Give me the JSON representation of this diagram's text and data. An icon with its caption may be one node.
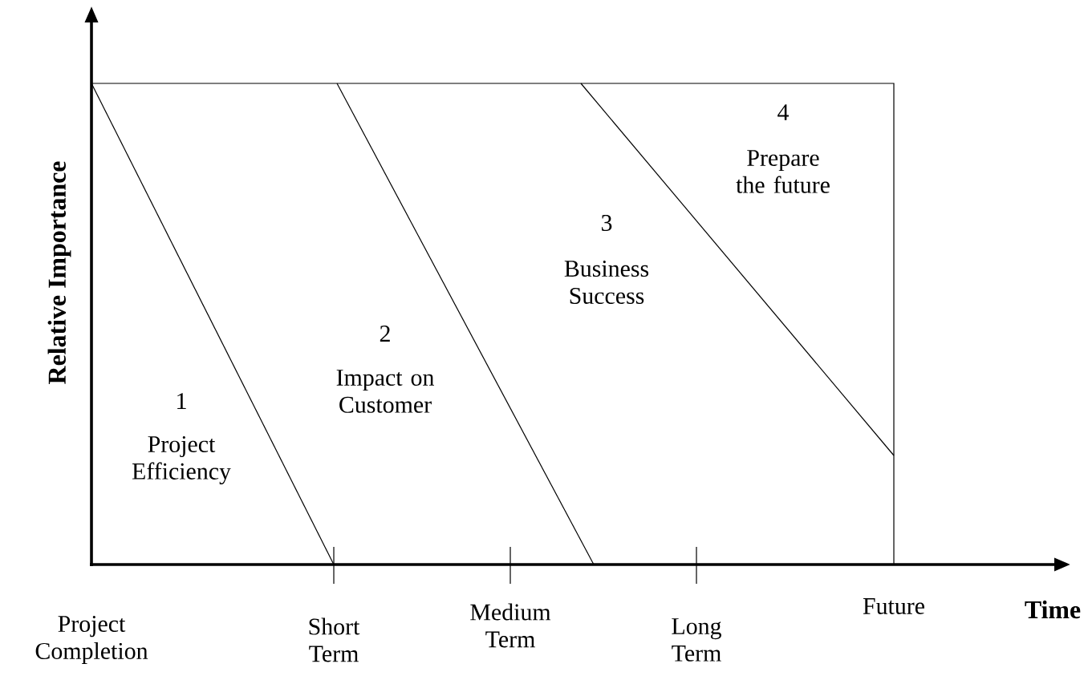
{
  "diagram": {
    "labels": [
      "Relative Importance",
      "4",
      "Prepare the future",
      "3",
      "Business Success",
      "2",
      "Impact on Customer",
      "1",
      "Project Efficiency",
      "Project Completion",
      "Short Term",
      "Medium Term",
      "Long Term",
      "Future",
      "Time"
    ]
  }
}
